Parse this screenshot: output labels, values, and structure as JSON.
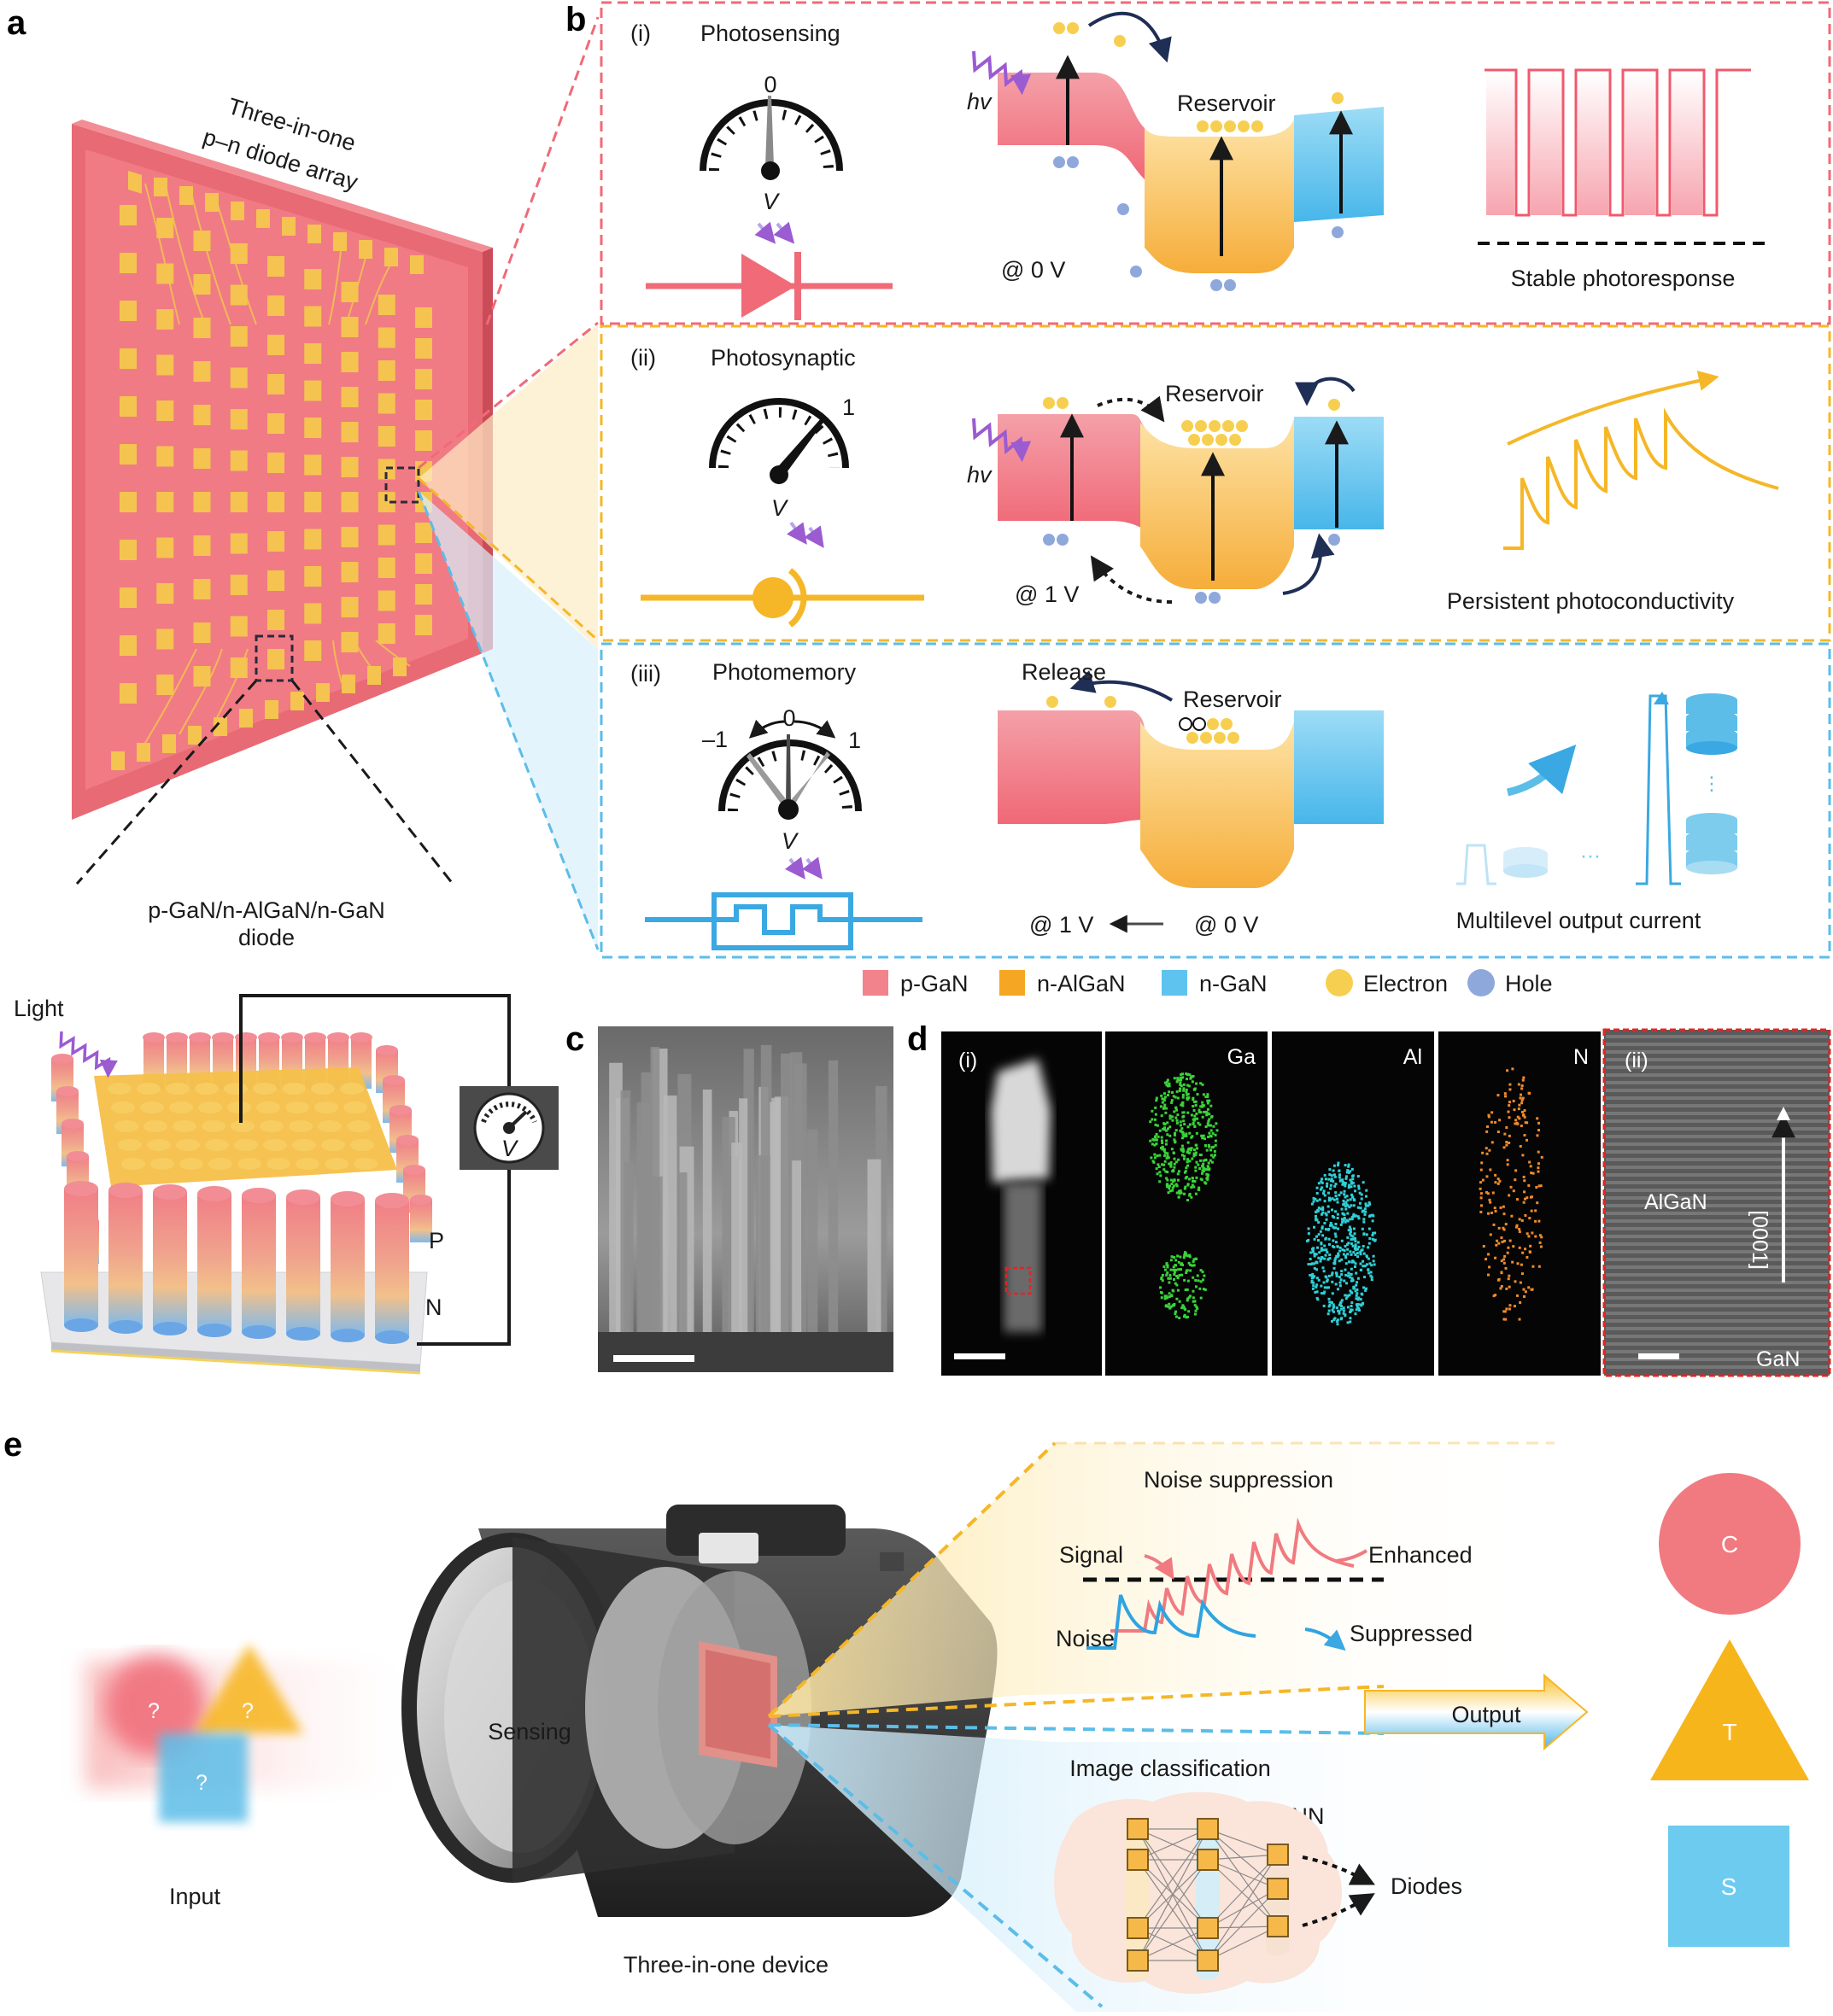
{
  "panel_a": {
    "letter": "a",
    "array_label_line1": "Three-in-one",
    "array_label_line2": "p–n diode array",
    "diode_label_line1": "p-GaN/n-AlGaN/n-GaN",
    "diode_label_line2": "diode",
    "light_label": "Light",
    "meter_label": "V",
    "p_label": "P",
    "n_label": "N"
  },
  "panel_b": {
    "letter": "b",
    "rows": [
      {
        "index": "(i)",
        "title": "Photosensing",
        "gauge_value": "0",
        "gauge_unit": "V",
        "hv": "hv",
        "bias": "@ 0 V",
        "reservoir": "Reservoir",
        "response": "Stable photoresponse",
        "color": "#f06a77"
      },
      {
        "index": "(ii)",
        "title": "Photosynaptic",
        "gauge_value": "1",
        "gauge_unit": "V",
        "hv": "hv",
        "bias": "@ 1 V",
        "reservoir": "Reservoir",
        "response": "Persistent photoconductivity",
        "color": "#f5b728"
      },
      {
        "index": "(iii)",
        "title": "Photomemory",
        "gauge_minus": "–1",
        "gauge_zero": "0",
        "gauge_plus": "1",
        "gauge_unit": "V",
        "release": "Release",
        "reservoir": "Reservoir",
        "bias_left": "@ 1 V",
        "bias_right": "@ 0 V",
        "response": "Multilevel output current",
        "color": "#5bbde8"
      }
    ],
    "legend": [
      {
        "label": "p-GaN",
        "color": "#f2828c",
        "shape": "square"
      },
      {
        "label": "n-AlGaN",
        "color": "#f5a623",
        "shape": "square"
      },
      {
        "label": "n-GaN",
        "color": "#5fc3ef",
        "shape": "square"
      },
      {
        "label": "Electron",
        "color": "#f7cf50",
        "shape": "circle"
      },
      {
        "label": "Hole",
        "color": "#8fa8dc",
        "shape": "circle"
      }
    ],
    "colors": {
      "p_gan": "#f2828c",
      "n_algan": "#f5b43c",
      "n_gan": "#5fc3ef",
      "electron": "#f7cf50",
      "hole": "#8fa8dc"
    }
  },
  "panel_c": {
    "letter": "c"
  },
  "panel_d": {
    "letter": "d",
    "index_i": "(i)",
    "maps": [
      {
        "label": "Ga",
        "color": "#3ad23a"
      },
      {
        "label": "Al",
        "color": "#2fd0d6"
      },
      {
        "label": "N",
        "color": "#ef8a2b"
      }
    ],
    "index_ii": "(ii)",
    "algan_label": "AlGaN",
    "direction_label": "[0001]",
    "gan_label": "GaN"
  },
  "panel_e": {
    "letter": "e",
    "input_label": "Input",
    "input_shape_mark": "?",
    "sensing_label": "Sensing",
    "device_label": "Three-in-one device",
    "noise_title": "Noise suppression",
    "signal_label": "Signal",
    "enhanced_label": "Enhanced",
    "noise_label": "Noise",
    "suppressed_label": "Suppressed",
    "output_label": "Output",
    "classification_label": "Image classification",
    "ann_label": "ANN",
    "diodes_label": "Diodes",
    "classes": [
      {
        "letter": "C",
        "shape": "circle",
        "color": "#f07a80"
      },
      {
        "letter": "T",
        "shape": "triangle",
        "color": "#f7b51c"
      },
      {
        "letter": "S",
        "shape": "square",
        "color": "#6ccbef"
      }
    ]
  }
}
